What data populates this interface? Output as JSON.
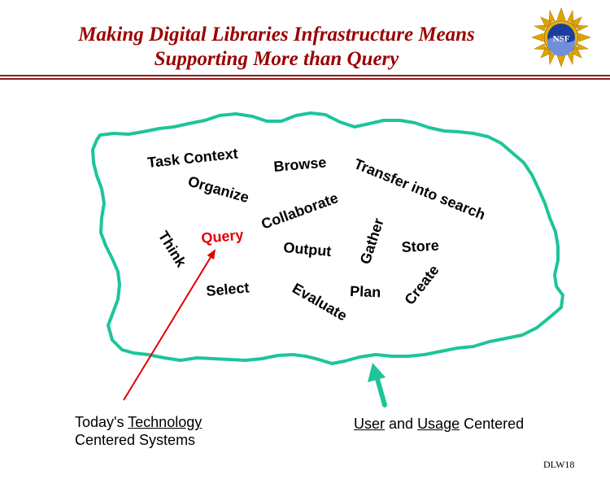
{
  "slide": {
    "title_line1": "Making Digital Libraries Infrastructure Means",
    "title_line2": "Supporting More than Query",
    "logo_text": "NSF",
    "slide_code": "DLW18"
  },
  "cloud_words": {
    "task_context": "Task Context",
    "browse": "Browse",
    "transfer": "Transfer into search",
    "organize": "Organize",
    "collaborate": "Collaborate",
    "gather": "Gather",
    "think": "Think",
    "query": "Query",
    "output": "Output",
    "store": "Store",
    "select": "Select",
    "evaluate": "Evaluate",
    "plan": "Plan",
    "create": "Create"
  },
  "captions": {
    "left_today": "Today's ",
    "left_technology": "Technology",
    "left_line2": "Centered Systems",
    "right_user": "User",
    "right_and": " and ",
    "right_usage": "Usage",
    "right_centered": " Centered"
  },
  "colors": {
    "title": "#990000",
    "cloud_outline": "#1ec49a",
    "query_word": "#e00000",
    "red_arrow": "#e00000",
    "teal_arrow": "#1ec49a"
  }
}
